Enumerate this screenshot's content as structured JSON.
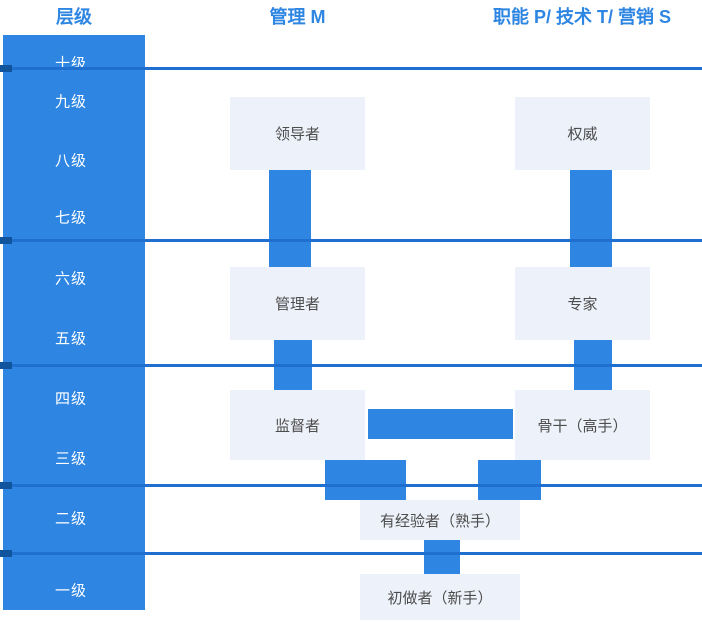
{
  "headers": {
    "level": "层级",
    "management": "管理 M",
    "function": "职能 P/ 技术 T/ 营销 S"
  },
  "levels": [
    "十级",
    "九级",
    "八级",
    "七级",
    "六级",
    "五级",
    "四级",
    "三级",
    "二级",
    "一级"
  ],
  "nodes": {
    "leader": "领导者",
    "authority": "权威",
    "manager": "管理者",
    "expert": "专家",
    "supervisor": "监督者",
    "backbone": "骨干（高手）",
    "experienced": "有经验者（熟手）",
    "beginner": "初做者（新手）"
  },
  "colors": {
    "primary_blue": "#2E86E2",
    "line_blue": "#1E6FD0",
    "node_bg": "#EDF1F9",
    "node_text": "#4D4D4D"
  }
}
